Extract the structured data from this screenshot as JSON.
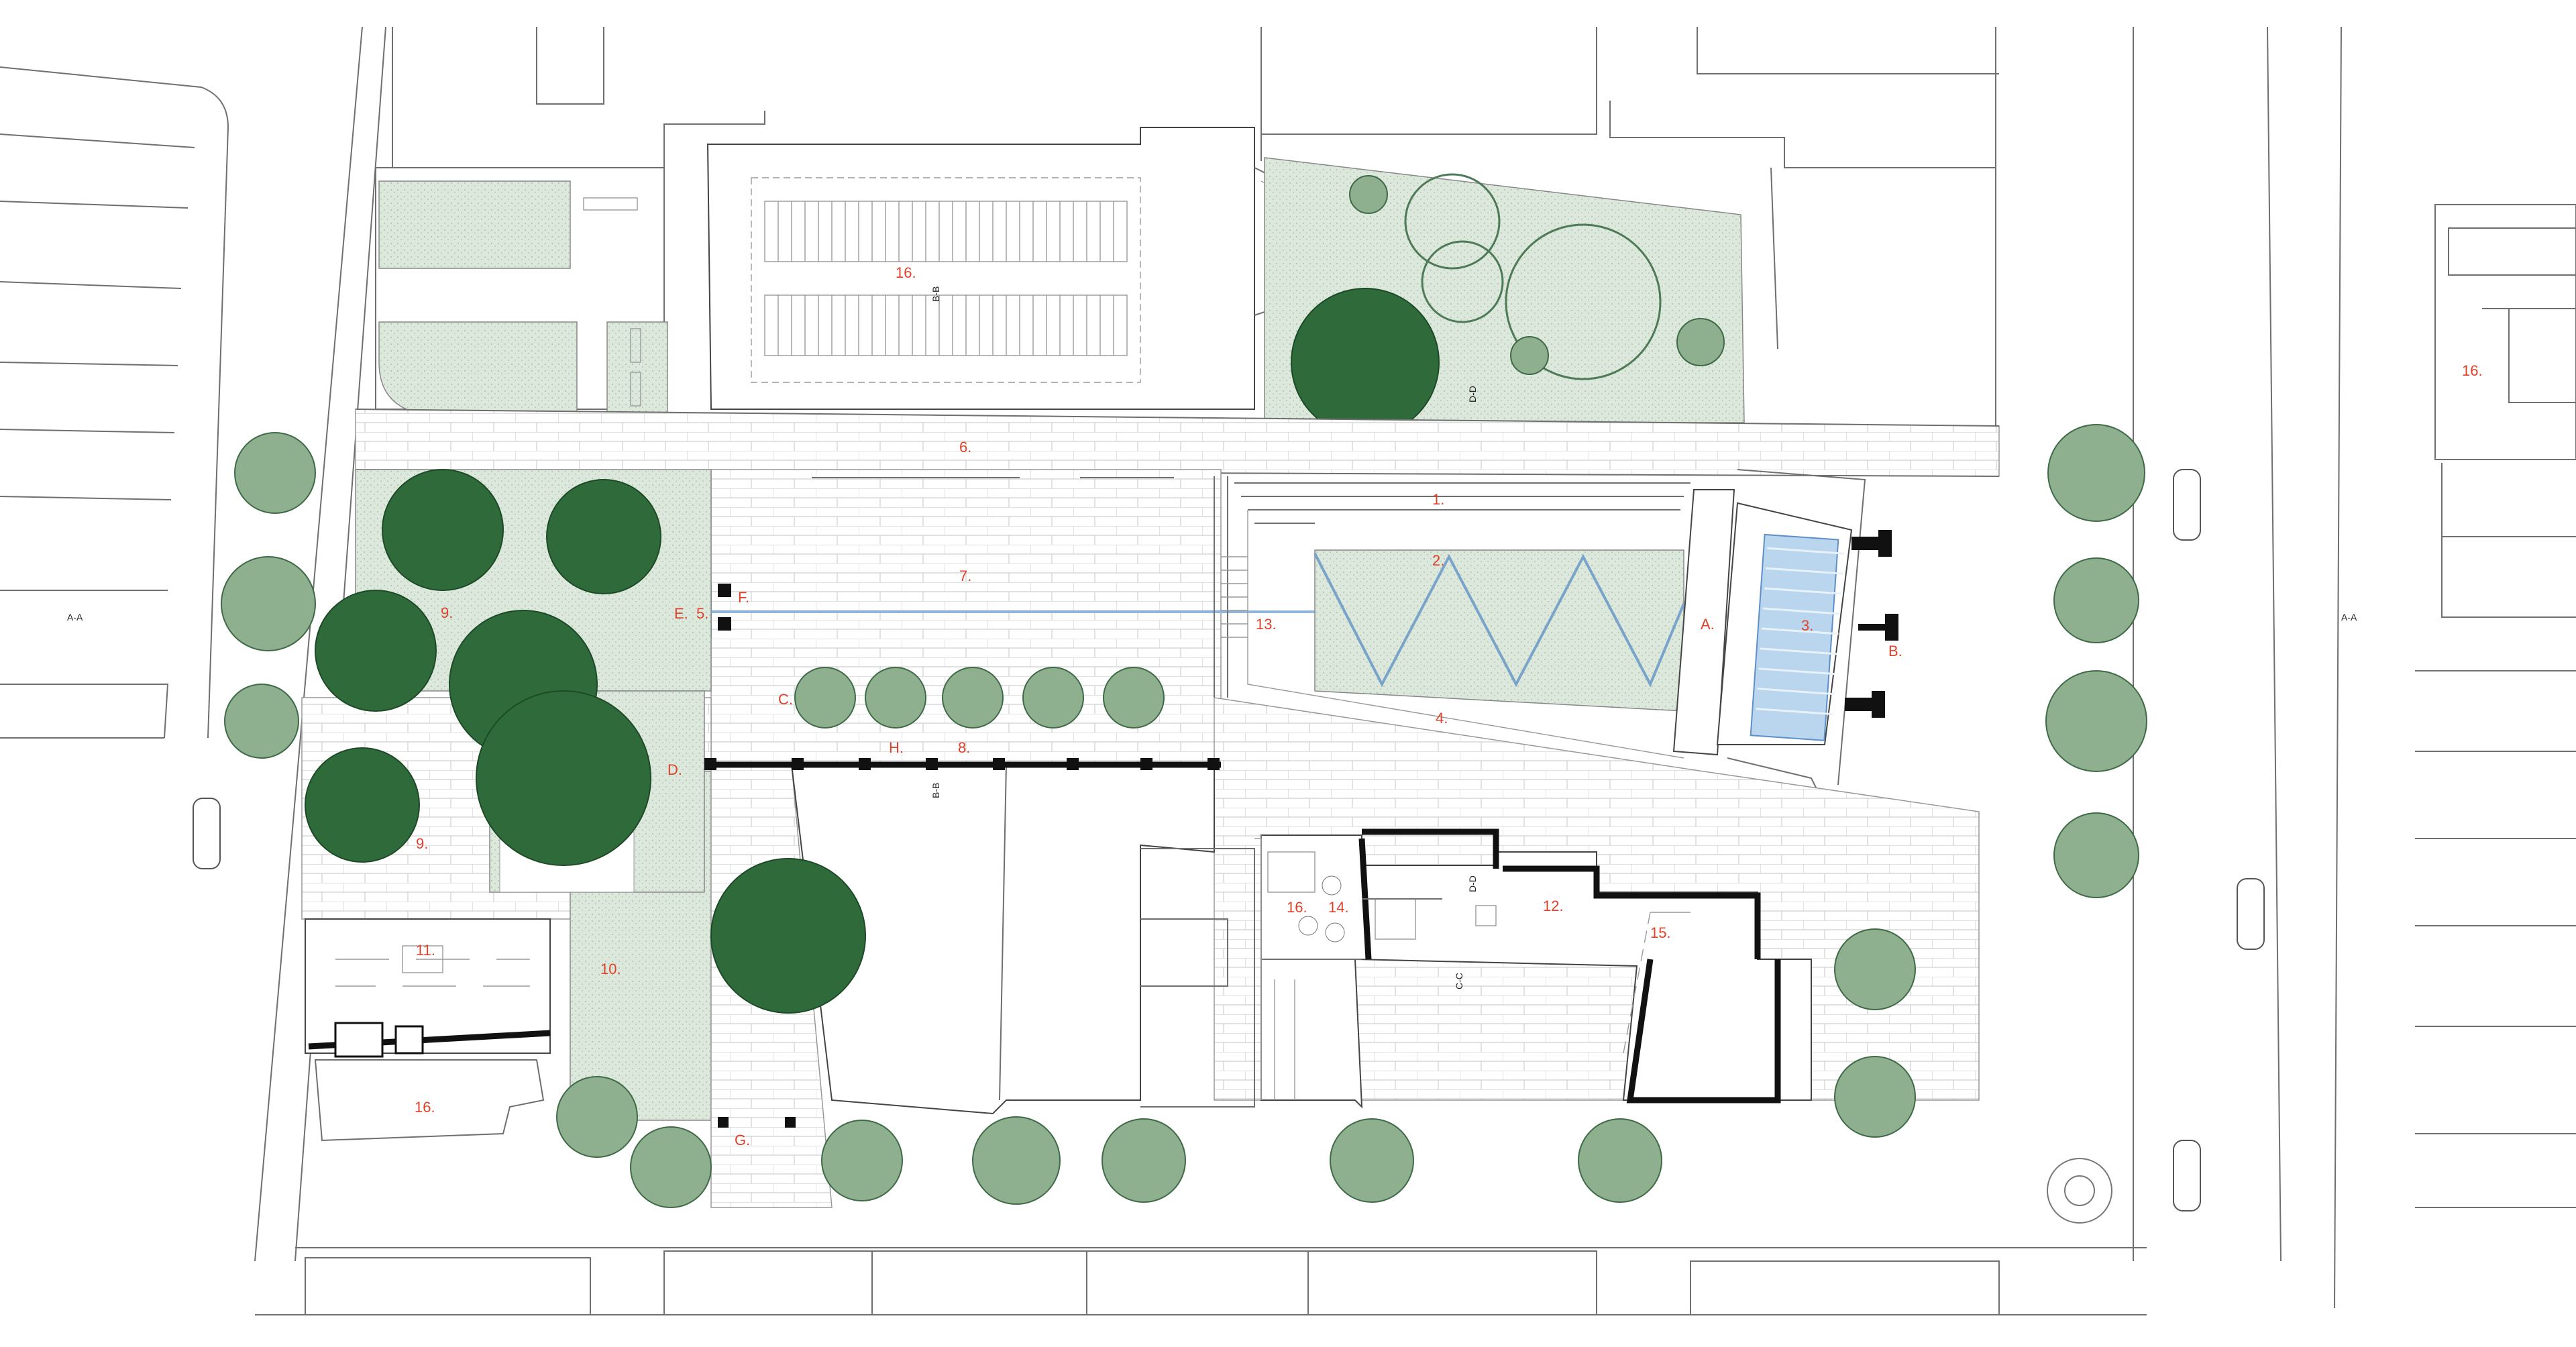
{
  "plan_labels": {
    "l1": "1.",
    "l2": "2.",
    "l3": "3.",
    "l4": "4.",
    "l5": "5.",
    "l6": "6.",
    "l7": "7.",
    "l8": "8.",
    "l9a": "9.",
    "l9b": "9.",
    "l10": "10.",
    "l11": "11.",
    "l12": "12.",
    "l13": "13.",
    "l14": "14.",
    "l15": "15.",
    "l16_church": "16.",
    "l16_right": "16.",
    "l16_cafe": "16.",
    "l16_lower": "16.",
    "lA": "A.",
    "lB": "B.",
    "lC": "C.",
    "lD": "D.",
    "lE": "E.",
    "lF": "F.",
    "lG": "G.",
    "lH": "H."
  },
  "section_marks": {
    "aa_left": "A-A",
    "aa_right": "A-A",
    "bb_top": "B-B",
    "bb_mid": "B-B",
    "cc": "C-C",
    "dd_top": "D-D",
    "dd_mid": "D-D"
  },
  "colors": {
    "label": "#e0412a",
    "grass": "#dbe8db",
    "tree_dark": "#2f6b3a",
    "tree_light": "#8fb08f",
    "water": "#b9d6ee"
  }
}
